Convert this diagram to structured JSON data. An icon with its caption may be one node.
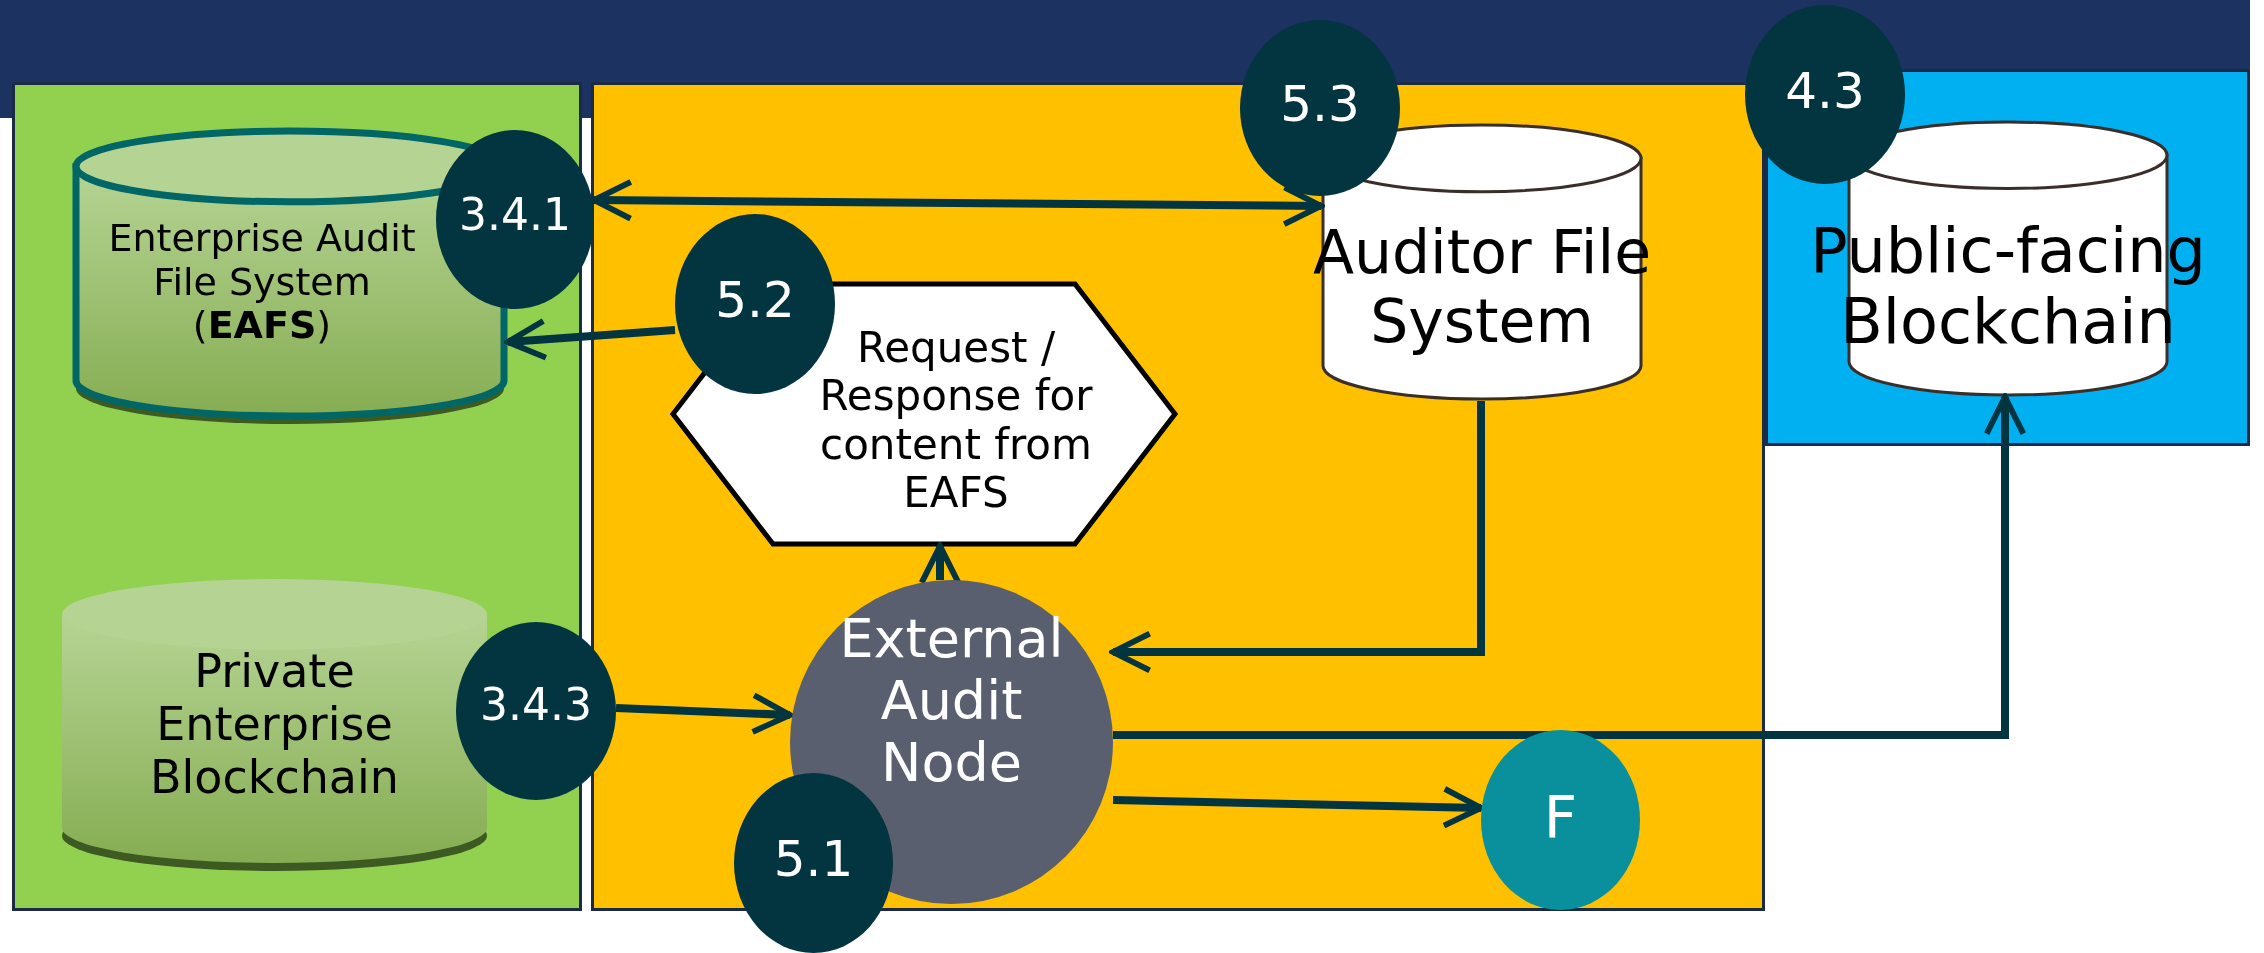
{
  "diagram": {
    "nodes": [
      {
        "text": [],
        "shape": "box"
      },
      {
        "text": [
          "Enterprise Audit File System (**EAFS**)"
        ],
        "in": 0
      },
      {
        "text": [
          "Private Enterprise Blockchain"
        ],
        "in": 0
      },
      {
        "text": [],
        "shape": "box"
      },
      {
        "text": [
          "Request / Response for content from EAFS"
        ],
        "in": 3
      },
      {
        "text": [
          "Auditor File System"
        ],
        "in": 3
      },
      {
        "text": [
          "External Audit Node"
        ],
        "in": 3
      },
      {
        "text": [
          "F"
        ],
        "in": 3
      },
      {
        "text": [],
        "shape": "box"
      },
      {
        "text": [
          "Public-facing Blockchain"
        ],
        "in": 8
      },
      {
        "text": [
          "3.4.1"
        ]
      },
      {
        "text": [
          "5.2"
        ],
        "in": 3
      },
      {
        "text": [
          "5.3"
        ]
      },
      {
        "text": [
          "4.3"
        ]
      },
      {
        "text": [
          "3.4.3"
        ]
      },
      {
        "text": [
          "5.1"
        ]
      }
    ],
    "edges": [
      {
        "from": 10,
        "to": 5,
        "arrow": "both"
      },
      {
        "from": 11,
        "to": 1,
        "arrow": "to"
      },
      {
        "from": 6,
        "to": 4,
        "arrow": "to"
      },
      {
        "from": 14,
        "to": 6,
        "arrow": "to"
      },
      {
        "from": 5,
        "to": 6,
        "arrow": "to"
      },
      {
        "from": 6,
        "to": 9,
        "arrow": "to"
      },
      {
        "from": 6,
        "to": 7,
        "arrow": "to"
      }
    ]
  }
}
